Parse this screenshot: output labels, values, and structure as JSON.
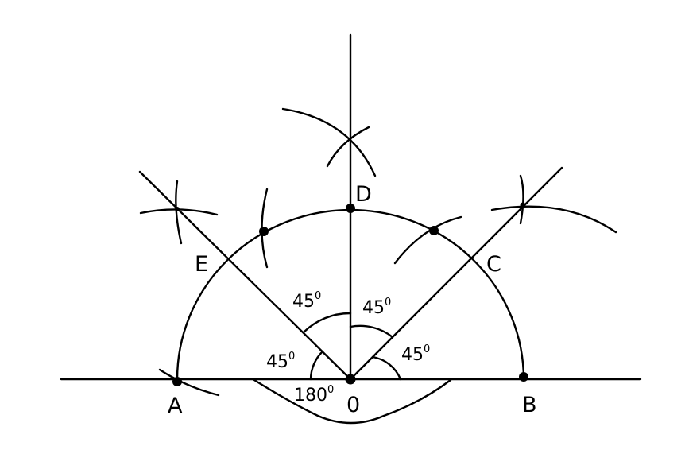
{
  "points": {
    "A": "A",
    "B": "B",
    "C": "C",
    "D": "D",
    "E": "E",
    "O": "0"
  },
  "angles": {
    "a1": {
      "value": "45",
      "sup": "0"
    },
    "a2": {
      "value": "45",
      "sup": "0"
    },
    "a3": {
      "value": "45",
      "sup": "0"
    },
    "a4": {
      "value": "45",
      "sup": "0"
    },
    "straight": {
      "value": "180",
      "sup": "0"
    }
  }
}
